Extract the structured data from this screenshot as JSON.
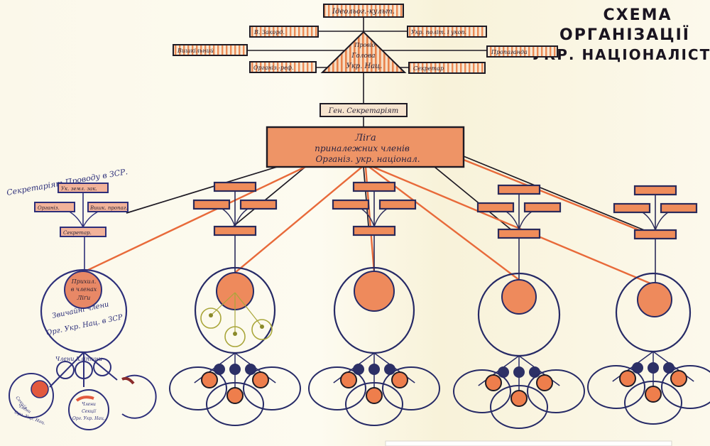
{
  "document": {
    "title_lines": [
      "СХЕМА",
      "ОРГАНІЗАЦІЇ",
      "УКР. НАЦІОНАЛІСТІВ."
    ],
    "colors": {
      "paper": "#fbf8ea",
      "ink_black": "#1e1a24",
      "ink_blue": "#2d2f7a",
      "orange_fill": "#ef8c5a",
      "orange_line": "#e86a3a",
      "olive": "#a9a63a"
    }
  },
  "leadership": {
    "top_box": "Ідеольог.-культ.",
    "triangle_label": [
      "Провід",
      "Голова",
      "Укр. Нац."
    ],
    "left_boxes": [
      "В. Закорд.",
      "Вишкільний",
      "Організ.-реф."
    ],
    "right_boxes": [
      "Укр. політ. і укоп.",
      "Пропаганда",
      "Секретар"
    ],
    "secretariat": "Ген. Секретаріят",
    "league_box": [
      "Ліґа",
      "приналежних членів",
      "Організ. укр. націонал."
    ]
  },
  "regional": {
    "label": "Секретаріят Проводу в ЗСР.",
    "boxes": [
      "Ук. земл. зак.",
      "Організ.",
      "Вишк. пропаг.",
      "Секретар."
    ],
    "inner_circle": [
      "Прихил.",
      "в членах",
      "Ліґи"
    ],
    "outer_circle": [
      "Звичайні члени",
      "Орг. Укр. Нац. в ЗСР"
    ],
    "cells_label": "Члени Клітини",
    "sub_circles": [
      [
        "Секція",
        "Члени",
        "Орг. Укр. Нац."
      ],
      [
        "Члени",
        "Секції",
        "Орг. Укр. Нац."
      ]
    ]
  },
  "branches": [
    {
      "name": "branch-1",
      "inner_variant": "olive-cells"
    },
    {
      "name": "branch-2",
      "inner_variant": "plain"
    },
    {
      "name": "branch-3",
      "inner_variant": "plain"
    },
    {
      "name": "branch-4",
      "inner_variant": "plain"
    }
  ]
}
